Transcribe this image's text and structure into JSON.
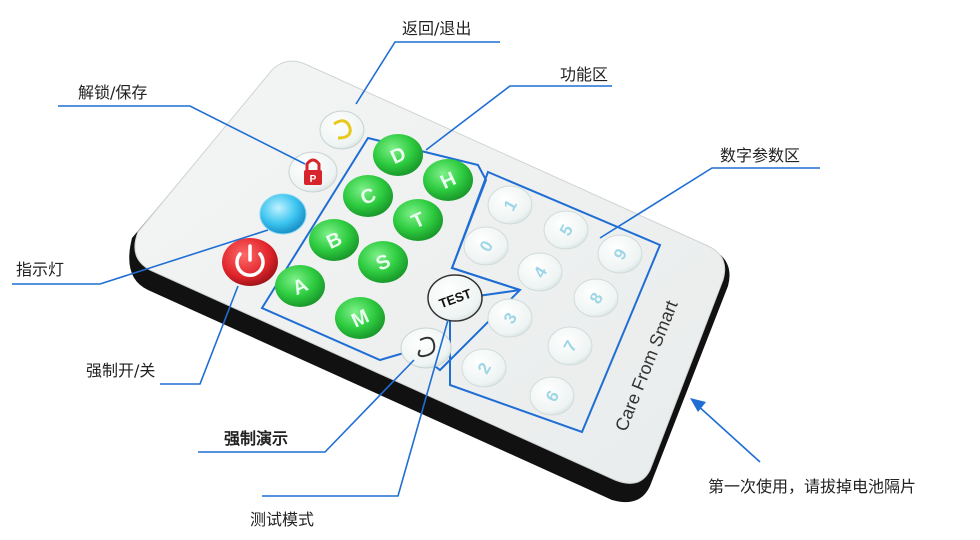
{
  "labels": {
    "back_exit": "返回/退出",
    "unlock_save": "解锁/保存",
    "function_area": "功能区",
    "numeric_area": "数字参数区",
    "indicator": "指示灯",
    "force_power": "强制开/关",
    "force_demo": "强制演示",
    "test_mode": "测试模式",
    "battery_note": "第一次使用，请拔掉电池隔片"
  },
  "remote": {
    "brand": "Care From Smart",
    "test_label": "TEST",
    "function_buttons": [
      "D",
      "H",
      "C",
      "T",
      "B",
      "S",
      "A",
      "M"
    ],
    "number_buttons": [
      "1",
      "5",
      "0",
      "9",
      "4",
      "3",
      "8",
      "2",
      "7",
      "6"
    ]
  },
  "colors": {
    "annotation_line": "#1f6ed4",
    "function_green": "#2ecc40",
    "power_red": "#e0242a",
    "indicator_cyan": "#3ec5f0",
    "lock_red": "#d6262c",
    "back_yellow": "#e8c81a",
    "number_text": "#9fd6e6"
  }
}
